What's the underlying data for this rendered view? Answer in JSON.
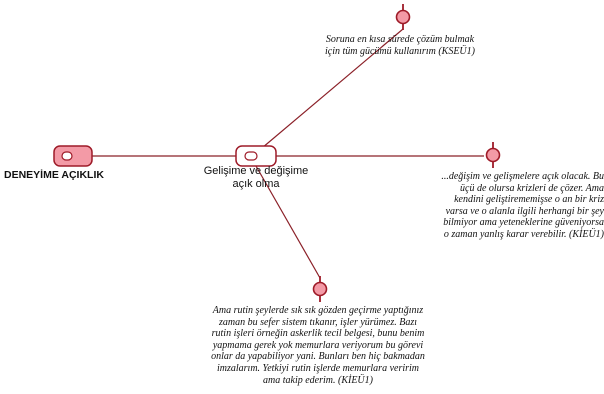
{
  "colors": {
    "node_fill": "#f39aa6",
    "node_stroke": "#9e1b28",
    "node_inner": "#ffffff",
    "link": "#8b2028"
  },
  "nodes": {
    "root": {
      "label": "DENEYİME AÇIKLIK",
      "icon": "tag-icon"
    },
    "center": {
      "label": "Gelişime ve değişime\naçık olma",
      "icon": "tag-icon"
    },
    "quote_top": {
      "icon": "pin-icon",
      "text": "Soruna en kısa sürede çözüm bulmak\niçin tüm gücümü kullanırım (KSEÜ1)"
    },
    "quote_right": {
      "icon": "pin-icon",
      "text": "...değişim ve gelişmelere açık olacak. Bu\nüçü de olursa krizleri de çözer. Ama\nkendini geliştirememişse o an bir kriz\nvarsa ve o alanla ilgili herhangi bir şey\nbilmiyor ama yeteneklerine güveniyorsa\no zaman yanlış karar verebilir. (KİEÜ1)"
    },
    "quote_bottom": {
      "icon": "pin-icon",
      "text": "Ama rutin şeylerde sık sık gözden geçirme yaptığınız\nzaman bu sefer sistem tıkanır, işler yürümez. Bazı\nrutin işleri örneğin askerlik tecil belgesi, bunu benim\nyapmama gerek yok memurlara veriyorum bu görevi\nonlar da yapabiliyor yani. Bunları ben hiç bakmadan\nimzalarım. Yetkiyi rutin işlerde memurlara veririm\nama takip ederim. (KİEÜ1)"
    }
  }
}
